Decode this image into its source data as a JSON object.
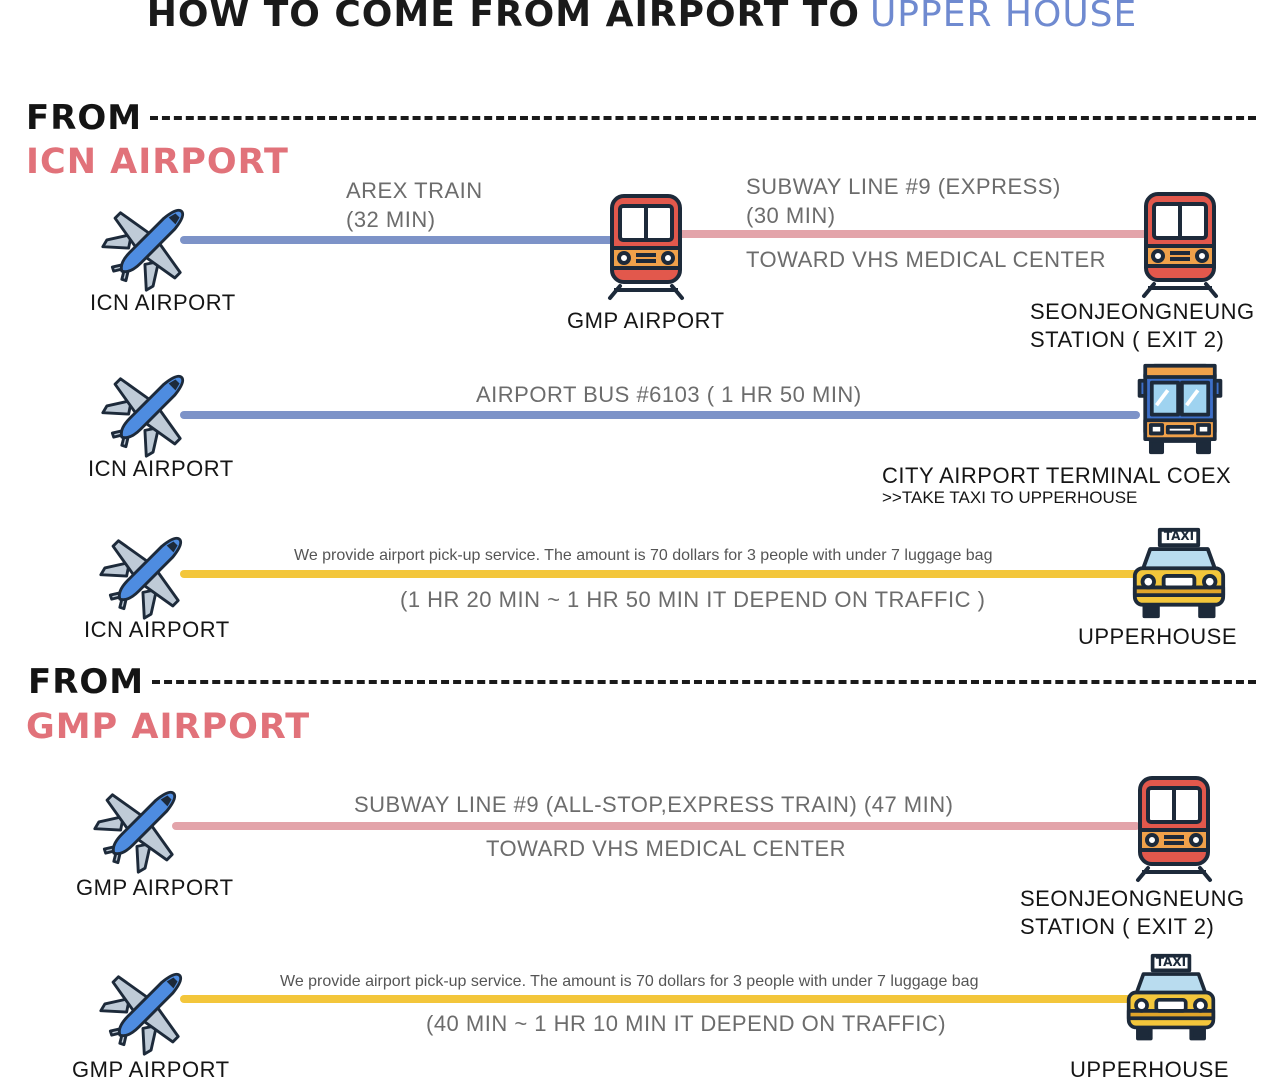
{
  "title": {
    "part1": "HOW TO COME FROM AIRPORT TO",
    "part2": "UPPER HOUSE"
  },
  "colors": {
    "blue_line": "#7d93c8",
    "pink_line": "#e3a4aa",
    "yellow_line": "#f3c63b",
    "icn_heading": "#e1727a",
    "title_accent": "#6f8ad0"
  },
  "icn": {
    "from_label": "FROM",
    "heading": "ICN AIRPORT",
    "route1": {
      "origin": "ICN AIRPORT",
      "leg1_line1": "AREX TRAIN",
      "leg1_line2": "(32 MIN)",
      "transfer": "GMP AIRPORT",
      "leg2_line1": "SUBWAY LINE #9 (EXPRESS)",
      "leg2_line2": "(30 MIN)",
      "leg2_direction": "TOWARD VHS MEDICAL CENTER",
      "dest_line1": "SEONJEONGNEUNG",
      "dest_line2": "STATION ( EXIT 2)",
      "icons": [
        "airplane-icon",
        "train-icon",
        "train-icon"
      ]
    },
    "route2": {
      "origin": "ICN AIRPORT",
      "leg": "AIRPORT BUS #6103 ( 1 HR 50 MIN)",
      "dest": "CITY AIRPORT TERMINAL COEX",
      "dest_note": ">>TAKE TAXI TO UPPERHOUSE",
      "icons": [
        "airplane-icon",
        "bus-icon"
      ]
    },
    "route3": {
      "origin": "ICN AIRPORT",
      "service": "We provide airport pick-up service. The amount is 70 dollars for 3 people with under 7 luggage bag",
      "time": "(1 HR 20 MIN ~ 1 HR 50 MIN IT DEPEND ON TRAFFIC )",
      "dest": "UPPERHOUSE",
      "taxi_sign": "TAXI",
      "icons": [
        "airplane-icon",
        "taxi-icon"
      ]
    }
  },
  "gmp": {
    "from_label": "FROM",
    "heading": "GMP AIRPORT",
    "route1": {
      "origin": "GMP AIRPORT",
      "leg": "SUBWAY LINE #9 (ALL-STOP,EXPRESS TRAIN) (47 MIN)",
      "direction": "TOWARD VHS MEDICAL CENTER",
      "dest_line1": "SEONJEONGNEUNG",
      "dest_line2": "STATION ( EXIT 2)",
      "icons": [
        "airplane-icon",
        "train-icon"
      ]
    },
    "route2": {
      "origin": "GMP AIRPORT",
      "service": "We provide airport pick-up service. The amount is 70 dollars for 3 people with under 7 luggage bag",
      "time": "(40 MIN ~ 1 HR 10 MIN IT DEPEND ON TRAFFIC)",
      "dest": "UPPERHOUSE",
      "taxi_sign": "TAXI",
      "icons": [
        "airplane-icon",
        "taxi-icon"
      ]
    }
  }
}
